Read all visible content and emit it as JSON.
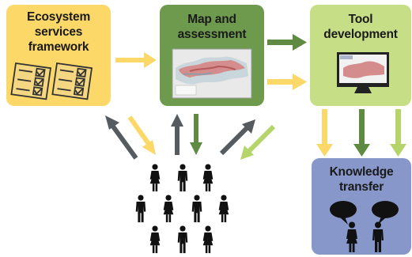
{
  "boxes": {
    "framework": {
      "title": "Ecosystem\nservices\nframework",
      "color": "#fbd867"
    },
    "assessment": {
      "title": "Map and\nassessment",
      "color": "#6e9a4e"
    },
    "tool": {
      "title": "Tool\ndevelopment",
      "color": "#c6df86"
    },
    "knowledge": {
      "title": "Knowledge\ntransfer",
      "color": "#8897c9"
    }
  },
  "arrow_colors": {
    "yellow": "#fbd867",
    "dark_green": "#5e8a42",
    "dark_gray": "#555b5f",
    "light_green": "#b5d46a"
  },
  "icons": [
    "checklist-icon",
    "map-icon",
    "monitor-icon",
    "speech-bubble-icon",
    "person-icon"
  ]
}
